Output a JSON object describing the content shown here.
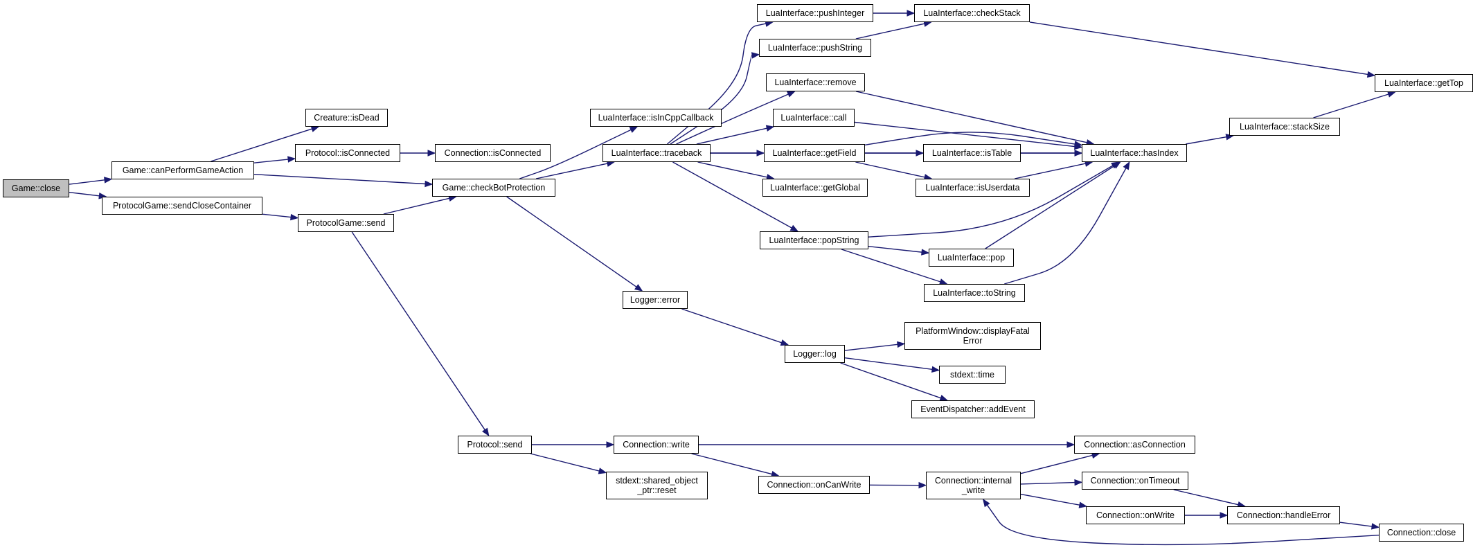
{
  "nodes": {
    "game_close": "Game::close",
    "can_perform": "Game::canPerformGameAction",
    "send_close_container": "ProtocolGame::sendCloseContainer",
    "creature_is_dead": "Creature::isDead",
    "protocol_is_connected": "Protocol::isConnected",
    "connection_is_connected": "Connection::isConnected",
    "protocolgame_send": "ProtocolGame::send",
    "check_bot_protection": "Game::checkBotProtection",
    "is_in_cpp_callback": "LuaInterface::isInCppCallback",
    "traceback": "LuaInterface::traceback",
    "push_integer": "LuaInterface::pushInteger",
    "check_stack": "LuaInterface::checkStack",
    "push_string": "LuaInterface::pushString",
    "get_top": "LuaInterface::getTop",
    "remove": "LuaInterface::remove",
    "call": "LuaInterface::call",
    "get_field": "LuaInterface::getField",
    "is_table": "LuaInterface::isTable",
    "has_index": "LuaInterface::hasIndex",
    "stack_size": "LuaInterface::stackSize",
    "get_global": "LuaInterface::getGlobal",
    "is_userdata": "LuaInterface::isUserdata",
    "pop_string": "LuaInterface::popString",
    "pop": "LuaInterface::pop",
    "to_string": "LuaInterface::toString",
    "logger_error": "Logger::error",
    "logger_log": "Logger::log",
    "display_fatal_error": "PlatformWindow::displayFatal\nError",
    "stdext_time": "stdext::time",
    "add_event": "EventDispatcher::addEvent",
    "protocol_send": "Protocol::send",
    "connection_write": "Connection::write",
    "as_connection": "Connection::asConnection",
    "shared_ptr_reset": "stdext::shared_object\n_ptr::reset",
    "on_can_write": "Connection::onCanWrite",
    "internal_write": "Connection::internal\n_write",
    "on_timeout": "Connection::onTimeout",
    "on_write": "Connection::onWrite",
    "handle_error": "Connection::handleError",
    "connection_close": "Connection::close"
  },
  "edges": [
    [
      "game_close",
      "can_perform"
    ],
    [
      "game_close",
      "send_close_container"
    ],
    [
      "can_perform",
      "creature_is_dead"
    ],
    [
      "can_perform",
      "protocol_is_connected"
    ],
    [
      "can_perform",
      "check_bot_protection"
    ],
    [
      "protocol_is_connected",
      "connection_is_connected"
    ],
    [
      "send_close_container",
      "protocolgame_send"
    ],
    [
      "protocolgame_send",
      "check_bot_protection"
    ],
    [
      "protocolgame_send",
      "protocol_send"
    ],
    [
      "check_bot_protection",
      "is_in_cpp_callback"
    ],
    [
      "check_bot_protection",
      "traceback"
    ],
    [
      "check_bot_protection",
      "logger_error"
    ],
    [
      "traceback",
      "push_integer"
    ],
    [
      "traceback",
      "push_string"
    ],
    [
      "traceback",
      "remove"
    ],
    [
      "traceback",
      "call"
    ],
    [
      "traceback",
      "get_field"
    ],
    [
      "traceback",
      "get_global"
    ],
    [
      "traceback",
      "pop_string"
    ],
    [
      "traceback",
      "has_index"
    ],
    [
      "push_integer",
      "check_stack"
    ],
    [
      "push_string",
      "check_stack"
    ],
    [
      "check_stack",
      "get_top"
    ],
    [
      "remove",
      "has_index"
    ],
    [
      "call",
      "has_index"
    ],
    [
      "get_field",
      "is_table"
    ],
    [
      "get_field",
      "is_userdata"
    ],
    [
      "get_field",
      "has_index"
    ],
    [
      "is_table",
      "has_index"
    ],
    [
      "is_userdata",
      "has_index"
    ],
    [
      "pop_string",
      "has_index"
    ],
    [
      "pop_string",
      "pop"
    ],
    [
      "pop_string",
      "to_string"
    ],
    [
      "pop",
      "has_index"
    ],
    [
      "to_string",
      "has_index"
    ],
    [
      "has_index",
      "stack_size"
    ],
    [
      "stack_size",
      "get_top"
    ],
    [
      "logger_error",
      "logger_log"
    ],
    [
      "logger_log",
      "display_fatal_error"
    ],
    [
      "logger_log",
      "stdext_time"
    ],
    [
      "logger_log",
      "add_event"
    ],
    [
      "protocol_send",
      "connection_write"
    ],
    [
      "protocol_send",
      "shared_ptr_reset"
    ],
    [
      "connection_write",
      "as_connection"
    ],
    [
      "connection_write",
      "on_can_write"
    ],
    [
      "on_can_write",
      "internal_write"
    ],
    [
      "internal_write",
      "as_connection"
    ],
    [
      "internal_write",
      "on_timeout"
    ],
    [
      "internal_write",
      "on_write"
    ],
    [
      "on_timeout",
      "handle_error"
    ],
    [
      "on_write",
      "handle_error"
    ],
    [
      "handle_error",
      "connection_close"
    ],
    [
      "connection_close",
      "internal_write"
    ]
  ]
}
